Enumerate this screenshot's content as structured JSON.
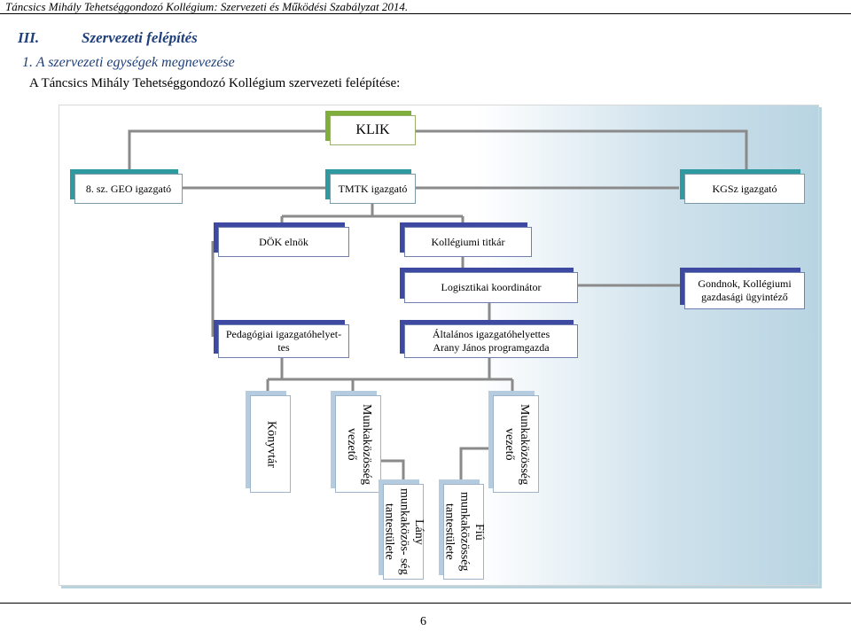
{
  "header": {
    "running_title": "Táncsics Mihály Tehetséggondozó Kollégium: Szervezeti és Működési Szabályzat 2014."
  },
  "section": {
    "number": "III.",
    "title": "Szervezeti felépítés",
    "subsection": "1.   A szervezeti egységek megnevezése",
    "intro": "A Táncsics Mihály Tehetséggondozó Kollégium szervezeti felépítése:"
  },
  "org_chart": {
    "klik": "KLIK",
    "geo": "8. sz. GEO igazgató",
    "tmtk": "TMTK igazgató",
    "kgsz": "KGSz igazgató",
    "dok": "DÖK elnök",
    "titkar": "Kollégiumi titkár",
    "logisztika": "Logisztikai koordinátor",
    "gondnok_1": "Gondnok, Kollégiumi",
    "gondnok_2": "gazdasági ügyintéző",
    "ped_1": "Pedagógiai igazgatóhelyet-",
    "ped_2": "tes",
    "alt_1": "Általános igazgatóhelyettes",
    "alt_2": "Arany János programgazda",
    "konyvtar": "Könyvtár",
    "mkv1_1": "Munkaközösség",
    "mkv1_2": "vezető",
    "lany_1": "Lány munkaközös-",
    "lany_2": "ség tantestülete",
    "fiu_1": "Fiú munkaközösség",
    "fiu_2": "tantestülete",
    "mkv2_1": "Munkaközösség",
    "mkv2_2": "vezető"
  },
  "footer": {
    "page_number": "6"
  },
  "colors": {
    "heading": "#1f3f7a",
    "teal_shadow": "#2e9aa0",
    "blue_shadow": "#3e4aa2",
    "klik_shadow": "#7fae3a",
    "connector": "#8a8a8a"
  }
}
